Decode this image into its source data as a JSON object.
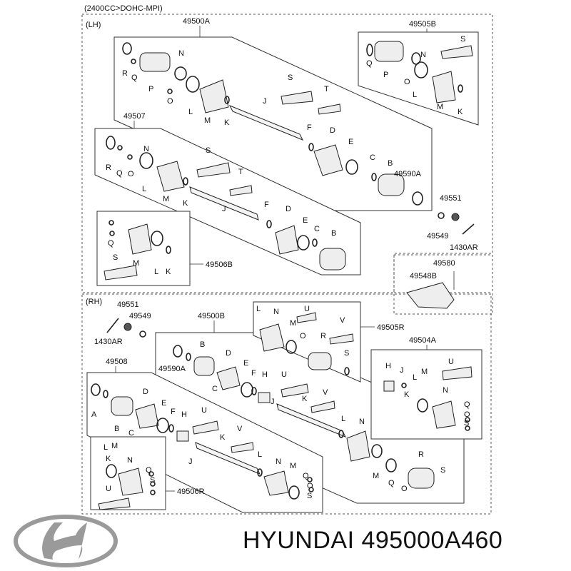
{
  "diagram": {
    "engine_spec": "(2400CC>DOHC-MPI)",
    "side_lh": "(LH)",
    "side_rh": "(RH)",
    "assemblies": {
      "a49500A": "49500A",
      "a49505B": "49505B",
      "a49507": "49507",
      "a49506B": "49506B",
      "a49590A": "49590A",
      "a49551": "49551",
      "a49549": "49549",
      "a1430AR": "1430AR",
      "a49580": "49580",
      "a49548B": "49548B",
      "a49500B": "49500B",
      "a49505R": "49505R",
      "a49504A": "49504A",
      "a49508": "49508",
      "a49506R": "49506R"
    },
    "letters": {
      "A": "A",
      "B": "B",
      "C": "C",
      "D": "D",
      "E": "E",
      "F": "F",
      "H": "H",
      "J": "J",
      "K": "K",
      "L": "L",
      "M": "M",
      "N": "N",
      "O": "O",
      "P": "P",
      "Q": "Q",
      "R": "R",
      "S": "S",
      "T": "T",
      "U": "U",
      "V": "V"
    }
  },
  "caption": {
    "brand": "HYUNDAI",
    "part_number": "495000A460"
  },
  "logo": {
    "name": "hyundai-logo",
    "color": "#9a9a9a"
  }
}
